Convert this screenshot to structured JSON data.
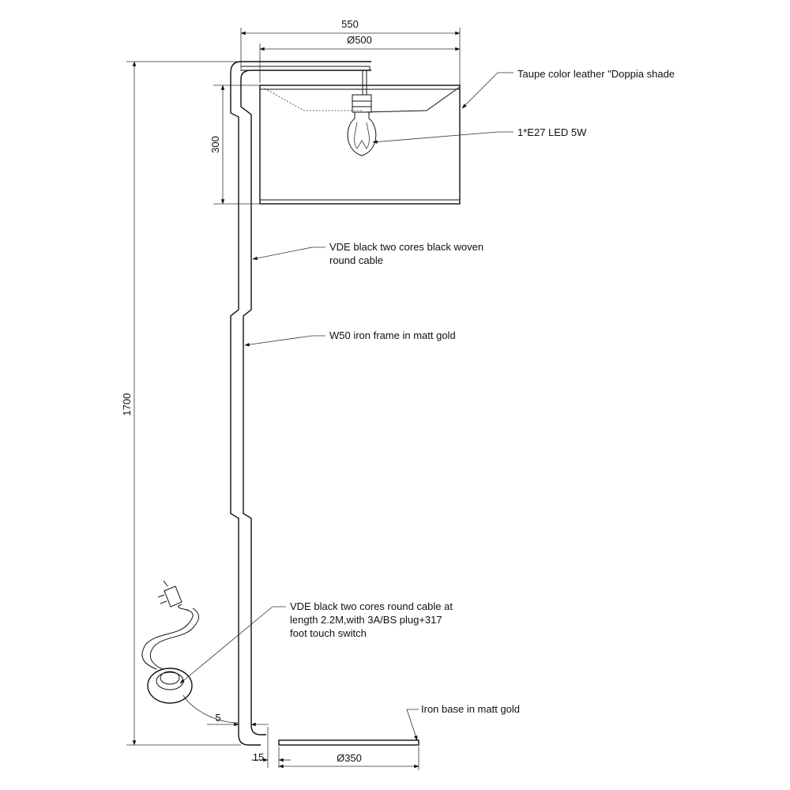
{
  "dimensions": {
    "total_width": "550",
    "shade_diameter": "Ø500",
    "shade_height": "300",
    "total_height": "1700",
    "gap": "5",
    "frame_offset": "15",
    "base_diameter": "Ø350"
  },
  "callouts": {
    "shade": "Taupe color leather \"Doppia shade",
    "bulb": "1*E27 LED 5W",
    "cable_top_line1": "VDE black two cores black woven",
    "cable_top_line2": "round cable",
    "frame": "W50 iron frame in matt gold",
    "cable_bottom_line1": "VDE black two cores round cable at",
    "cable_bottom_line2": "length 2.2M,with 3A/BS plug+317",
    "cable_bottom_line3": "foot touch switch",
    "base": "Iron base in matt gold"
  }
}
